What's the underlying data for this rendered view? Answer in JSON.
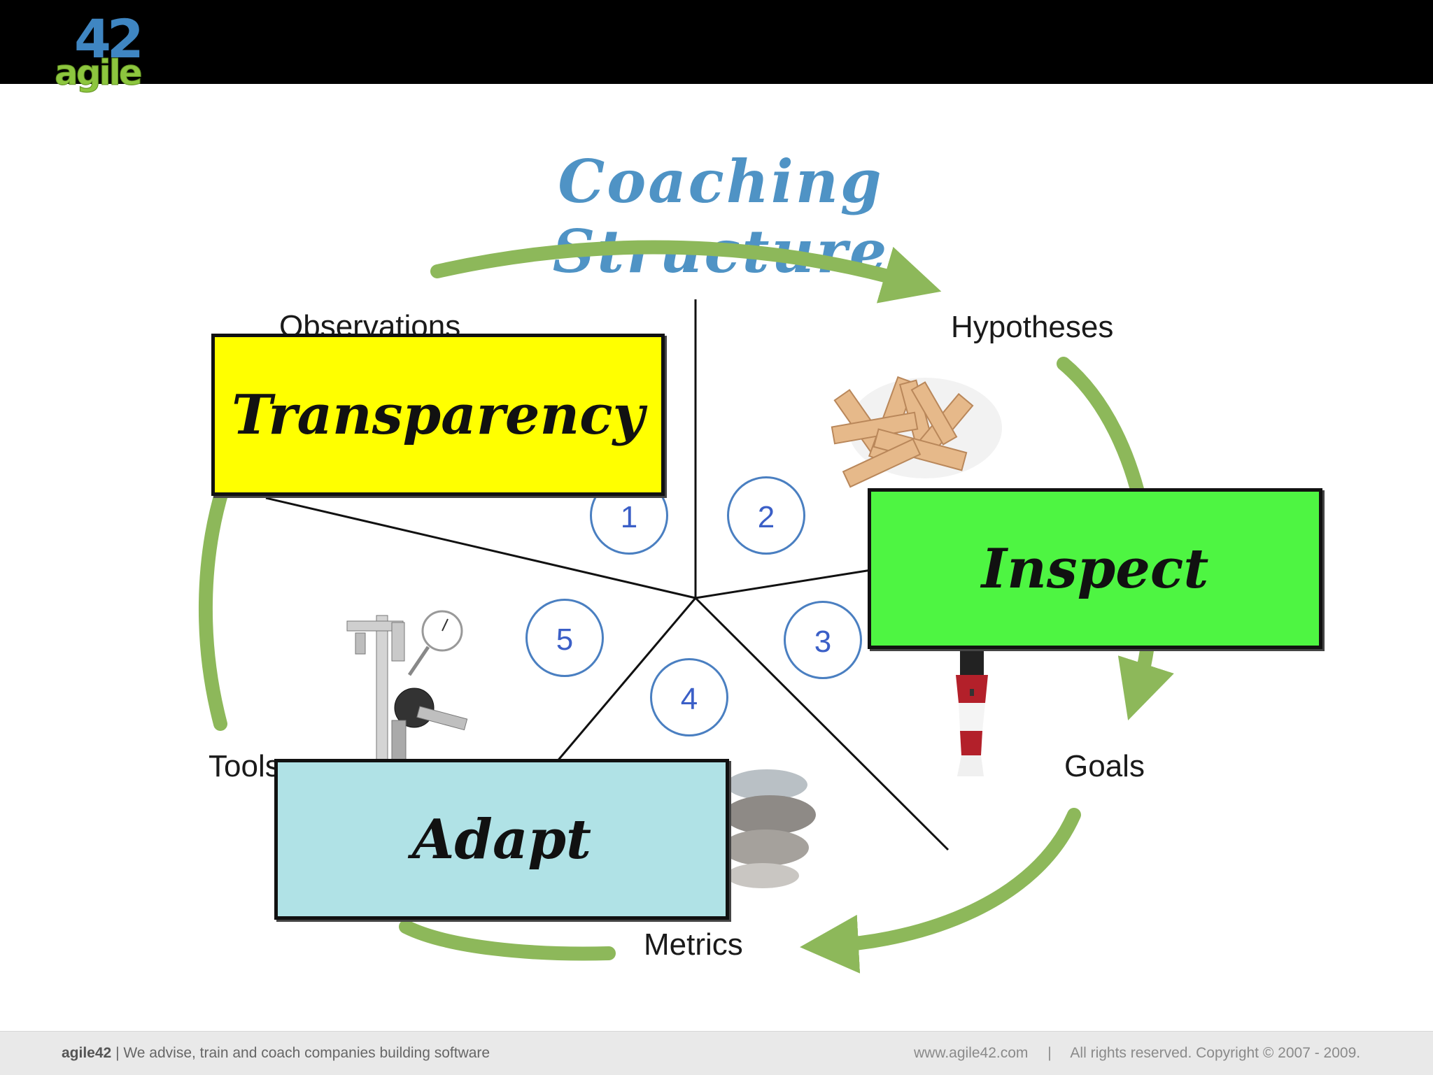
{
  "header": {
    "logo": {
      "number": "42",
      "word": "agile"
    }
  },
  "title": "Coaching Structure",
  "diagram": {
    "labels": {
      "observations": "Observations",
      "hypotheses": "Hypotheses",
      "goals": "Goals",
      "metrics": "Metrics",
      "tools": "Tools"
    },
    "steps": [
      "1",
      "2",
      "3",
      "4",
      "5"
    ],
    "boxes": {
      "transparency": "Transparency",
      "inspect": "Inspect",
      "adapt": "Adapt"
    },
    "colors": {
      "arrow": "#8db85a",
      "transparency": "#ffff00",
      "inspect": "#4ef542",
      "adapt": "#b0e2e6",
      "title": "#4f93c5",
      "step_circle": "#4a7fc1"
    },
    "images": [
      "wooden-puzzle",
      "caliper-measuring-tools",
      "lighthouse",
      "stacked-stones"
    ]
  },
  "footer": {
    "brand": "agile42",
    "tagline": "| We advise, train and coach companies building software",
    "website": "www.agile42.com",
    "separator": "|",
    "copyright": "All rights reserved. Copyright © 2007 - 2009."
  }
}
